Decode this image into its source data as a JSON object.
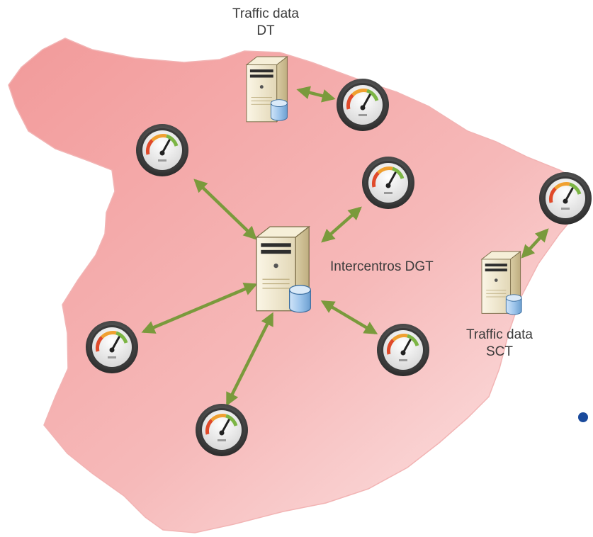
{
  "labels": {
    "dt_line1": "Traffic data",
    "dt_line2": "DT",
    "sct_line1": "Traffic data",
    "sct_line2": "SCT",
    "dgt": "Intercentros DGT"
  },
  "colors": {
    "map_fill_dark": "#f4a3a3",
    "map_fill_light": "#fde6e6",
    "arrow": "#7a9a3c",
    "server_body": "#ece3c9",
    "db_icon": "#9cc4ea",
    "bullet": "#1a4a9c"
  },
  "icons": [
    "spain-map-shape",
    "server-icon",
    "database-icon",
    "gauge-icon",
    "bidirectional-arrow-icon"
  ]
}
